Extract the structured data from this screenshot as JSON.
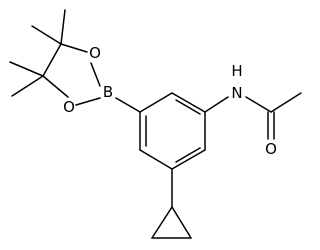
{
  "molecule": {
    "atoms": {
      "boron": "B",
      "ring_oxygen_top": "O",
      "ring_oxygen_bottom": "O",
      "amide_nitrogen": "N",
      "amide_hydrogen": "H",
      "carbonyl_oxygen": "O"
    },
    "colors": {
      "bond": "#000000",
      "label": "#000000",
      "background": "#ffffff"
    }
  }
}
